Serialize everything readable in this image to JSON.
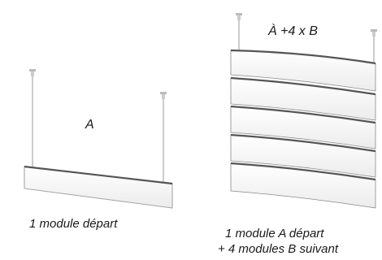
{
  "left_module": {
    "label": "A",
    "caption": "1 module départ"
  },
  "right_module": {
    "label": "À +4 x B",
    "caption_line1": "1 module A départ",
    "caption_line2": "+ 4 modules B suivant"
  }
}
